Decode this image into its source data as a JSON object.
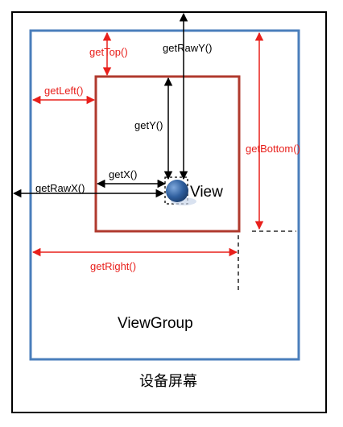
{
  "labels": {
    "getTop": "getTop()",
    "getLeft": "getLeft()",
    "getRight": "getRight()",
    "getBottom": "getBottom()",
    "getRawX": "getRawX()",
    "getRawY": "getRawY()",
    "getX": "getX()",
    "getY": "getY()",
    "view": "View",
    "viewGroup": "ViewGroup",
    "screen": "设备屏幕"
  },
  "colors": {
    "screen_border": "#000000",
    "viewgroup_border": "#4a7ebb",
    "view_border": "#b03a2e",
    "relative_arrows": "#e8201c",
    "raw_arrows": "#000000",
    "touch_point": "#2f5f9e"
  }
}
